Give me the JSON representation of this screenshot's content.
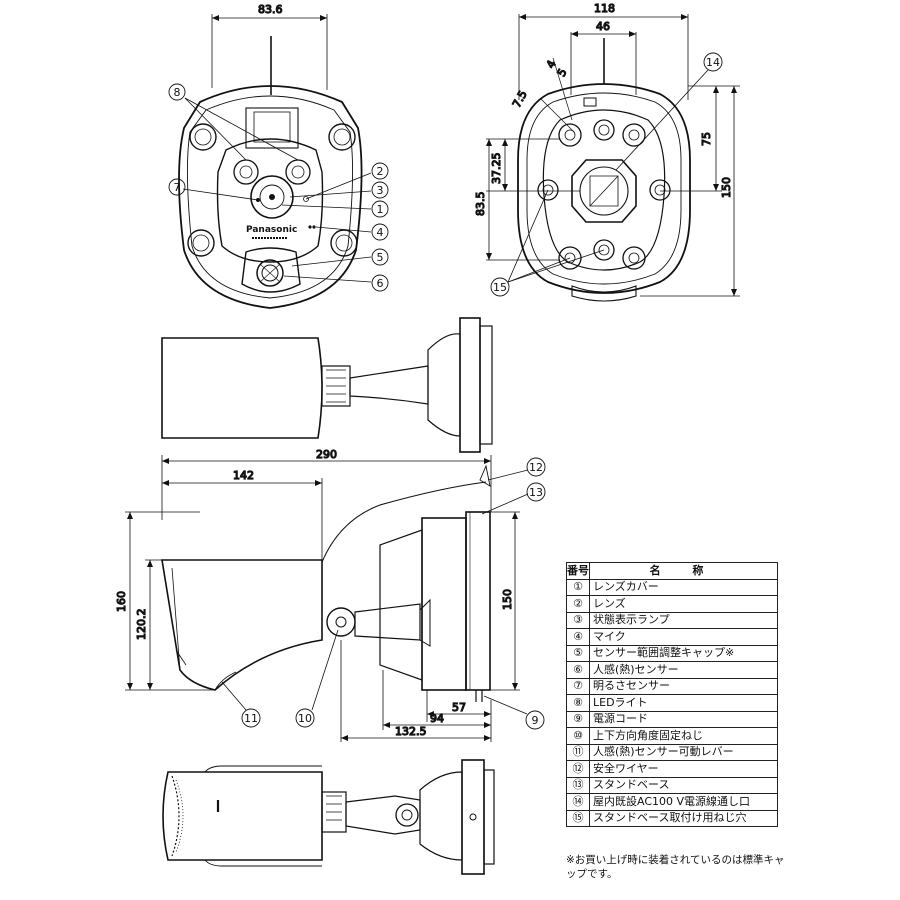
{
  "dimensions": {
    "front_width": "83.6",
    "back_width": "118",
    "back_inner_width": "46",
    "back_7_5": "7.5",
    "back_4": "4",
    "back_5": "5",
    "back_75": "75",
    "back_150": "150",
    "back_37_25": "37.25",
    "back_83_5": "83.5",
    "side_290": "290",
    "side_142": "142",
    "side_160": "160",
    "side_120_2": "120.2",
    "side_150": "150",
    "side_57": "57",
    "side_94": "94",
    "side_132_5": "132.5"
  },
  "callouts": {
    "c1": "1",
    "c2": "2",
    "c3": "3",
    "c4": "4",
    "c5": "5",
    "c6": "6",
    "c7": "7",
    "c8": "8",
    "c9": "9",
    "c10": "10",
    "c11": "11",
    "c12": "12",
    "c13": "13",
    "c14": "14",
    "c15": "15"
  },
  "product_labels": {
    "brand": "Panasonic"
  },
  "table": {
    "header_no": "番号",
    "header_name": "名 称",
    "rows": [
      {
        "no": "①",
        "name": "レンズカバー"
      },
      {
        "no": "②",
        "name": "レンズ"
      },
      {
        "no": "③",
        "name": "状態表示ランプ"
      },
      {
        "no": "④",
        "name": "マイク"
      },
      {
        "no": "⑤",
        "name": "センサー範囲調整キャップ※"
      },
      {
        "no": "⑥",
        "name": "人感(熱)センサー"
      },
      {
        "no": "⑦",
        "name": "明るさセンサー"
      },
      {
        "no": "⑧",
        "name": "LEDライト"
      },
      {
        "no": "⑨",
        "name": "電源コード"
      },
      {
        "no": "⑩",
        "name": "上下方向角度固定ねじ"
      },
      {
        "no": "⑪",
        "name": "人感(熱)センサー可動レバー"
      },
      {
        "no": "⑫",
        "name": "安全ワイヤー"
      },
      {
        "no": "⑬",
        "name": "スタンドベース"
      },
      {
        "no": "⑭",
        "name": "屋内既設AC100 V電源線通し口"
      },
      {
        "no": "⑮",
        "name": "スタンドベース取付け用ねじ穴"
      }
    ]
  },
  "footnote": "※お買い上げ時に装着されているのは標準キャップです。"
}
